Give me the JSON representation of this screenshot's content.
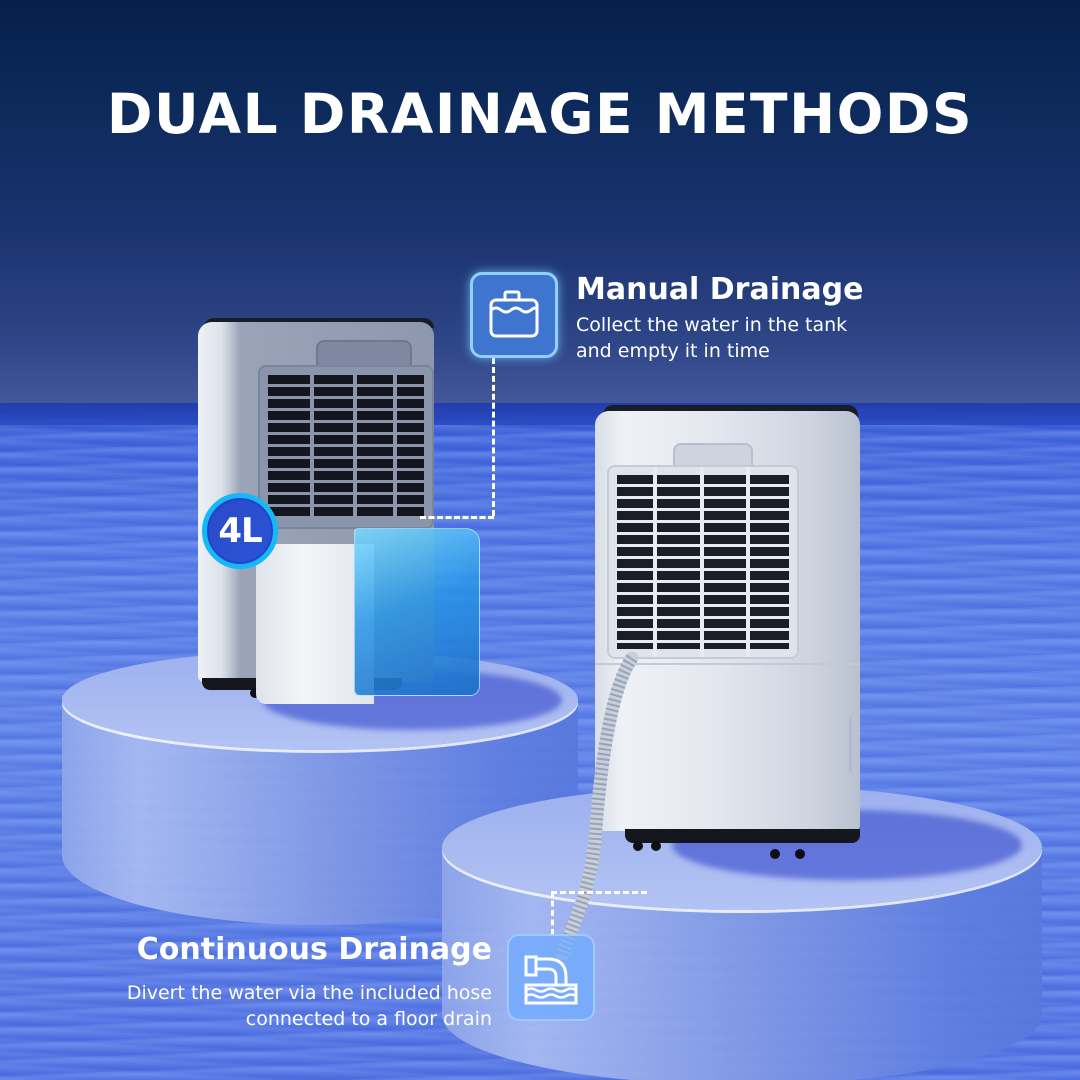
{
  "title": "DUAL DRAINAGE METHODS",
  "badge": {
    "label": "4L",
    "ring_color": "#16b8f5",
    "fill_color": "#2a4fd0"
  },
  "features": [
    {
      "id": "manual",
      "title": "Manual Drainage",
      "description_lines": [
        "Collect the water in the tank",
        "and empty it in time"
      ],
      "icon": "water-tank-icon"
    },
    {
      "id": "continuous",
      "title": "Continuous Drainage",
      "description_lines": [
        "Divert the water via the included hose",
        "connected to a floor drain"
      ],
      "icon": "drain-pipe-icon"
    }
  ],
  "colors": {
    "sky_top": "#06204a",
    "sky_bottom": "#43589b",
    "sea": "#4e74e2",
    "podium": "#a9bcf2",
    "text": "#ffffff",
    "manual_icon_bg": "#3f74cf",
    "continuous_icon_bg": "#6eaaff"
  }
}
